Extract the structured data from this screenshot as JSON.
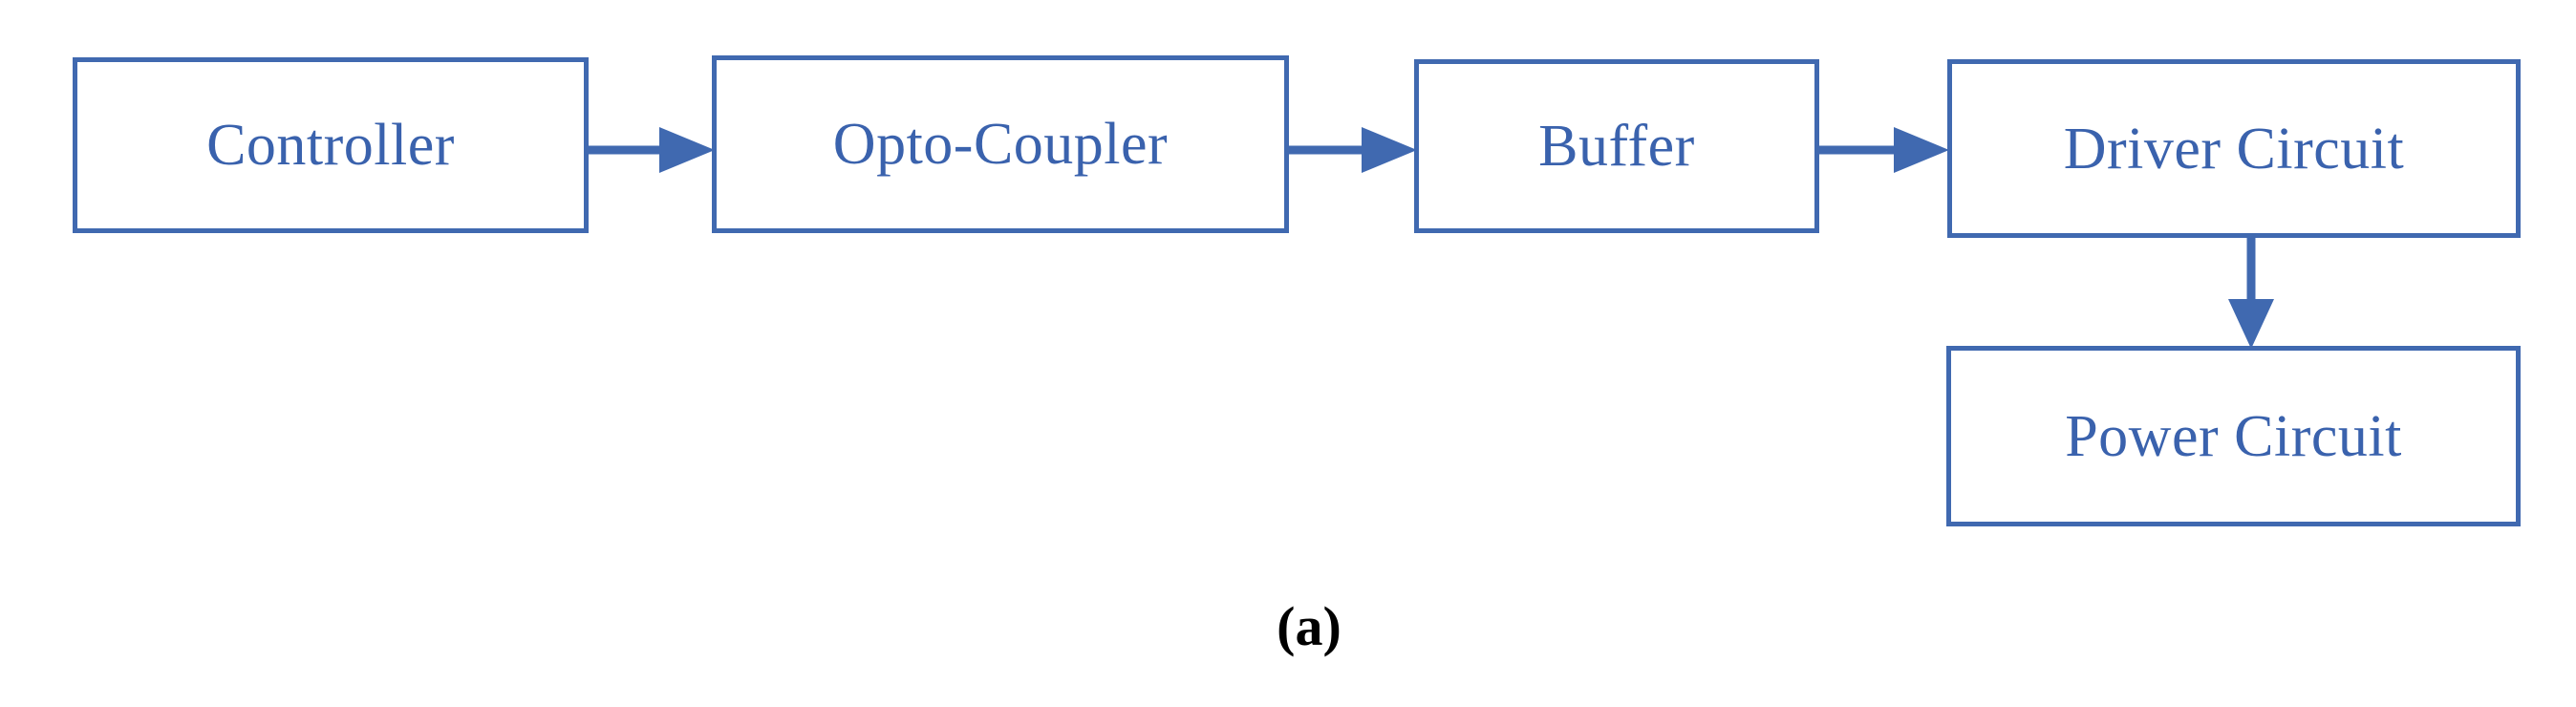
{
  "figure": {
    "caption": "(a)",
    "type": "block-diagram",
    "colors": {
      "block_border": "#4069b0",
      "block_text": "#3a62ad",
      "connector": "#4069b0",
      "caption_text": "#000000",
      "background": "#ffffff"
    }
  },
  "blocks": [
    {
      "id": "controller",
      "label": "Controller"
    },
    {
      "id": "opto-coupler",
      "label": "Opto-Coupler"
    },
    {
      "id": "buffer",
      "label": "Buffer"
    },
    {
      "id": "driver-circuit",
      "label": "Driver Circuit"
    },
    {
      "id": "power-circuit",
      "label": "Power Circuit"
    }
  ],
  "connectors": [
    {
      "id": "conn-1",
      "from": "controller",
      "to": "opto-coupler",
      "direction": "right",
      "arrowhead": "filled-triangle"
    },
    {
      "id": "conn-2",
      "from": "opto-coupler",
      "to": "buffer",
      "direction": "right",
      "arrowhead": "filled-triangle"
    },
    {
      "id": "conn-3",
      "from": "buffer",
      "to": "driver-circuit",
      "direction": "right",
      "arrowhead": "filled-triangle"
    },
    {
      "id": "conn-4",
      "from": "driver-circuit",
      "to": "power-circuit",
      "direction": "down",
      "arrowhead": "filled-triangle"
    }
  ]
}
